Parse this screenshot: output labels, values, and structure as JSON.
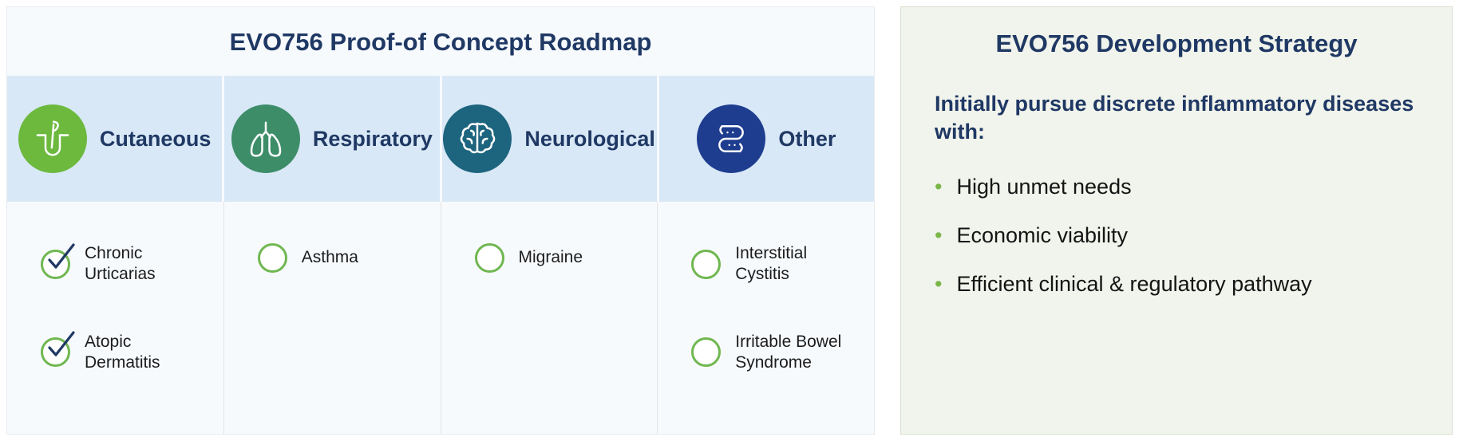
{
  "left_panel": {
    "title": "EVO756 Proof-of Concept Roadmap",
    "columns": [
      {
        "label": "Cutaneous",
        "icon": "follicle-icon",
        "circle_color": "#6cb93e",
        "items": [
          {
            "text": "Chronic Urticarias",
            "checked": true
          },
          {
            "text": "Atopic Dermatitis",
            "checked": true
          }
        ]
      },
      {
        "label": "Respiratory",
        "icon": "lungs-icon",
        "circle_color": "#3d8d69",
        "items": [
          {
            "text": "Asthma",
            "checked": false
          }
        ]
      },
      {
        "label": "Neurological",
        "icon": "brain-icon",
        "circle_color": "#1d647e",
        "items": [
          {
            "text": "Migraine",
            "checked": false
          }
        ]
      },
      {
        "label": "Other",
        "icon": "intestine-icon",
        "circle_color": "#1e3d8f",
        "items": [
          {
            "text": "Interstitial Cystitis",
            "checked": false
          },
          {
            "text": "Irritable Bowel Syndrome",
            "checked": false
          }
        ]
      }
    ]
  },
  "right_panel": {
    "title": "EVO756 Development Strategy",
    "intro": "Initially pursue discrete inflammatory diseases with:",
    "bullets": [
      "High unmet needs",
      "Economic viability",
      "Efficient clinical & regulatory pathway"
    ]
  },
  "colors": {
    "navy_text": "#1f3864",
    "header_band": "#d8e8f6",
    "check_circle_green": "#6fb750",
    "bullet_green": "#7ab648",
    "left_panel_bg": "#f7fafd",
    "right_panel_bg": "#f1f4ec"
  }
}
